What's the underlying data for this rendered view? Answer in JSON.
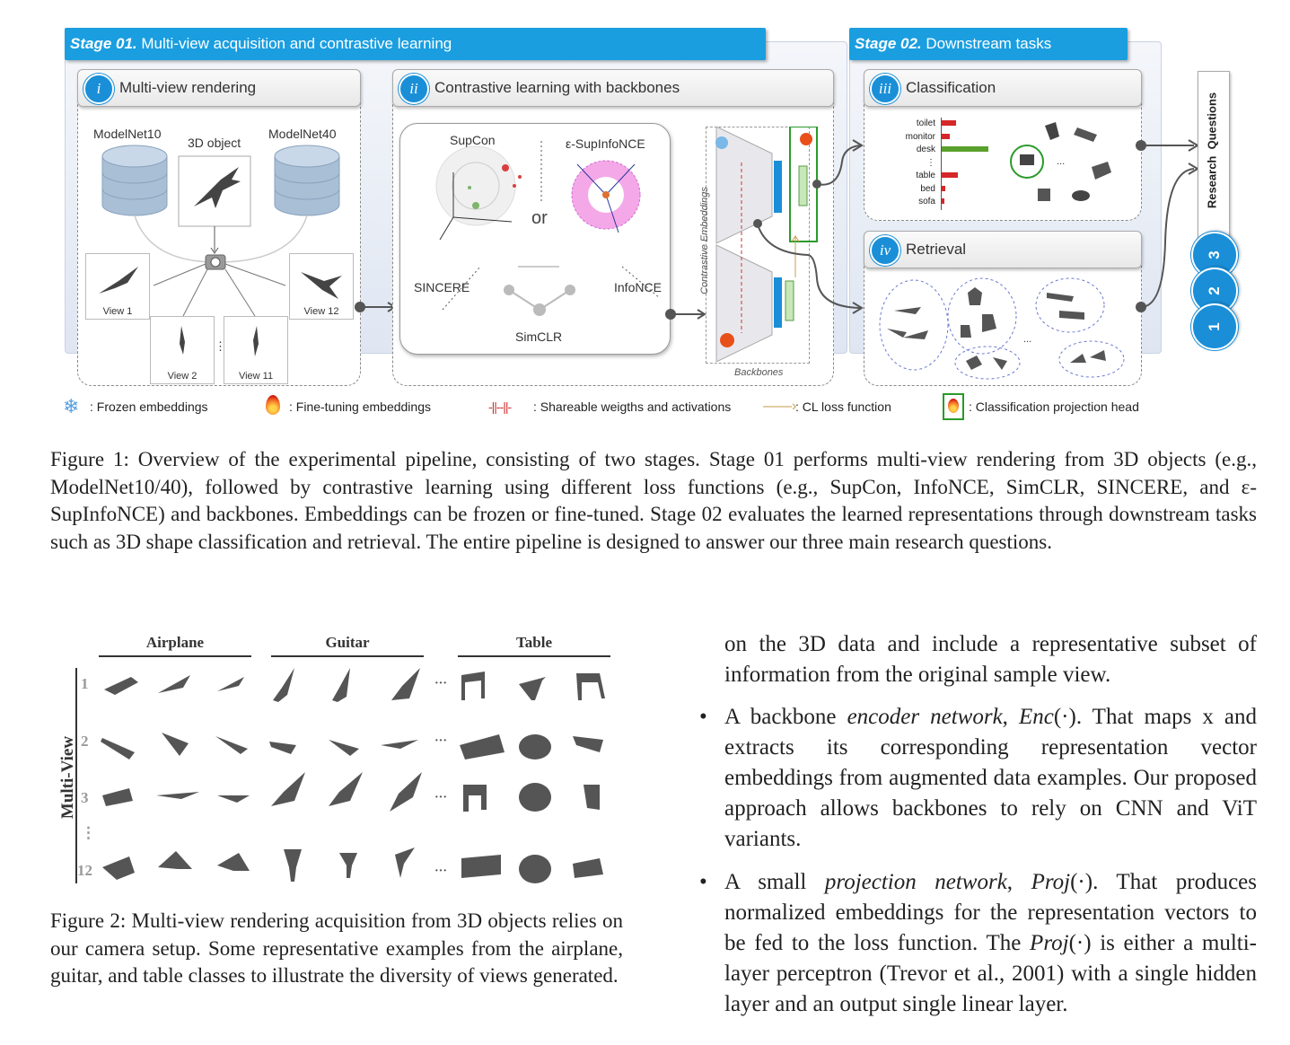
{
  "fig1": {
    "stage1": {
      "prefix": "Stage 01.",
      "title": "Multi-view acquisition and contrastive learning"
    },
    "stage2": {
      "prefix": "Stage 02.",
      "title": "Downstream tasks"
    },
    "sec_i": {
      "badge": "i",
      "title": "Multi-view rendering"
    },
    "sec_ii": {
      "badge": "ii",
      "title": "Contrastive learning with backbones"
    },
    "sec_iii": {
      "badge": "iii",
      "title": "Classification"
    },
    "sec_iv": {
      "badge": "iv",
      "title": "Retrieval"
    },
    "datasets": {
      "left": "ModelNet10",
      "center": "3D object",
      "right": "ModelNet40"
    },
    "views": {
      "v1": "View 1",
      "v2": "View 2",
      "v11": "View 11",
      "v12": "View 12"
    },
    "losses": {
      "supcon": "SupCon",
      "eps": "ε-SupInfoNCE",
      "or": "or",
      "sincere": "SINCERE",
      "infonce": "InfoNCE",
      "simclr": "SimCLR"
    },
    "backbones": {
      "vertical": "Contrastive Embeddings",
      "label": "Backbones"
    },
    "classes": [
      "toilet",
      "monitor",
      "desk",
      "⋮",
      "table",
      "bed",
      "sofa"
    ],
    "class_bars": [
      0.3,
      0.18,
      1.0,
      0,
      0.35,
      0.08,
      0.05
    ],
    "ellipsis": "...",
    "rq": {
      "title": "Research  Questions",
      "items": [
        "3",
        "2",
        "1"
      ]
    },
    "legend": {
      "frozen": ": Frozen embeddings",
      "finetune": ": Fine-tuning embeddings",
      "shareable_glyph": "-||--||-",
      "shareable": ": Shareable weigths and activations",
      "cl": ": CL loss function",
      "head": ": Classification projection head"
    },
    "caption": "Figure 1: Overview of the experimental pipeline, consisting of two stages. Stage 01 performs multi-view rendering from 3D objects (e.g., ModelNet10/40), followed by contrastive learning using different loss functions (e.g., SupCon, InfoNCE, SimCLR, SINCERE, and ε-SupInfoNCE) and backbones. Embeddings can be frozen or fine-tuned. Stage 02 evaluates the learned representations through downstream tasks such as 3D shape classification and retrieval. The entire pipeline is designed to answer our three main research questions."
  },
  "fig2": {
    "cols": [
      "Airplane",
      "Guitar",
      "Table"
    ],
    "rows": [
      "1",
      "2",
      "3",
      "⋮",
      "12"
    ],
    "side_label": "Multi-View",
    "dots": "···",
    "caption": "Figure 2: Multi-view rendering acquisition from 3D objects relies on our camera setup. Some representative examples from the airplane, guitar, and table classes to illustrate the diversity of views generated."
  },
  "body": {
    "para": "on the 3D data and include a representative subset of information from the original sample view.",
    "b1_pre": "A backbone ",
    "b1_em": "encoder network",
    "b1_fn": "Enc",
    "b1_rest": "That maps x and extracts its corresponding representation vector embeddings from augmented data examples. Our proposed approach allows backbones to rely on CNN and ViT variants.",
    "b2_pre": "A small ",
    "b2_em": "projection network",
    "b2_fn": "Proj",
    "b2_rest": "That produces normalized embeddings for the representation vectors to be fed to the loss function. The",
    "b2_rest2": "is either a multi-layer perceptron (Trevor et al., 2001) with a single hidden layer and an output single linear layer."
  },
  "colors": {
    "accent": "#1a9ee0",
    "bar_green": "#5aa02c",
    "bar_red": "#d62728"
  }
}
